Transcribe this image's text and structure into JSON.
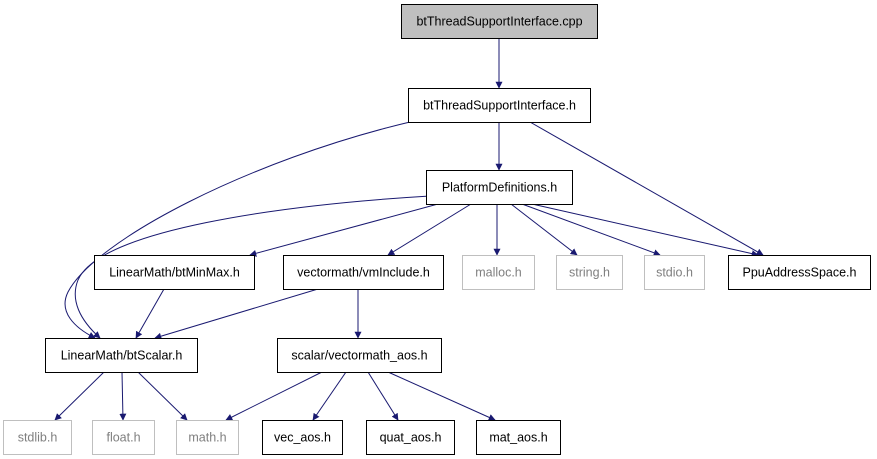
{
  "diagram": {
    "colors": {
      "edge": "#191970",
      "box_border": "#000000",
      "external_border": "#bfbfbf",
      "external_text": "#7f7f7f",
      "root_fill": "#bfbfbf",
      "text": "#000000"
    },
    "nodes": [
      {
        "id": "root",
        "label": "btThreadSupportInterface.cpp",
        "kind": "root"
      },
      {
        "id": "tsi",
        "label": "btThreadSupportInterface.h",
        "kind": "header"
      },
      {
        "id": "pd",
        "label": "PlatformDefinitions.h",
        "kind": "header"
      },
      {
        "id": "minmax",
        "label": "LinearMath/btMinMax.h",
        "kind": "header"
      },
      {
        "id": "vmi",
        "label": "vectormath/vmInclude.h",
        "kind": "header"
      },
      {
        "id": "malloc",
        "label": "malloc.h",
        "kind": "external"
      },
      {
        "id": "string",
        "label": "string.h",
        "kind": "external"
      },
      {
        "id": "stdio",
        "label": "stdio.h",
        "kind": "external"
      },
      {
        "id": "ppu",
        "label": "PpuAddressSpace.h",
        "kind": "header"
      },
      {
        "id": "scalar",
        "label": "LinearMath/btScalar.h",
        "kind": "header"
      },
      {
        "id": "vaos",
        "label": "scalar/vectormath_aos.h",
        "kind": "header"
      },
      {
        "id": "stdlib",
        "label": "stdlib.h",
        "kind": "external"
      },
      {
        "id": "float",
        "label": "float.h",
        "kind": "external"
      },
      {
        "id": "math",
        "label": "math.h",
        "kind": "external"
      },
      {
        "id": "vec",
        "label": "vec_aos.h",
        "kind": "header"
      },
      {
        "id": "quat",
        "label": "quat_aos.h",
        "kind": "header"
      },
      {
        "id": "mat",
        "label": "mat_aos.h",
        "kind": "header"
      }
    ],
    "edges": [
      [
        "root",
        "tsi"
      ],
      [
        "tsi",
        "pd"
      ],
      [
        "tsi",
        "scalar"
      ],
      [
        "tsi",
        "ppu"
      ],
      [
        "pd",
        "scalar"
      ],
      [
        "pd",
        "minmax"
      ],
      [
        "pd",
        "vmi"
      ],
      [
        "pd",
        "malloc"
      ],
      [
        "pd",
        "string"
      ],
      [
        "pd",
        "stdio"
      ],
      [
        "pd",
        "ppu"
      ],
      [
        "minmax",
        "scalar"
      ],
      [
        "vmi",
        "scalar"
      ],
      [
        "vmi",
        "vaos"
      ],
      [
        "scalar",
        "stdlib"
      ],
      [
        "scalar",
        "float"
      ],
      [
        "scalar",
        "math"
      ],
      [
        "vaos",
        "math"
      ],
      [
        "vaos",
        "vec"
      ],
      [
        "vaos",
        "quat"
      ],
      [
        "vaos",
        "mat"
      ]
    ]
  }
}
